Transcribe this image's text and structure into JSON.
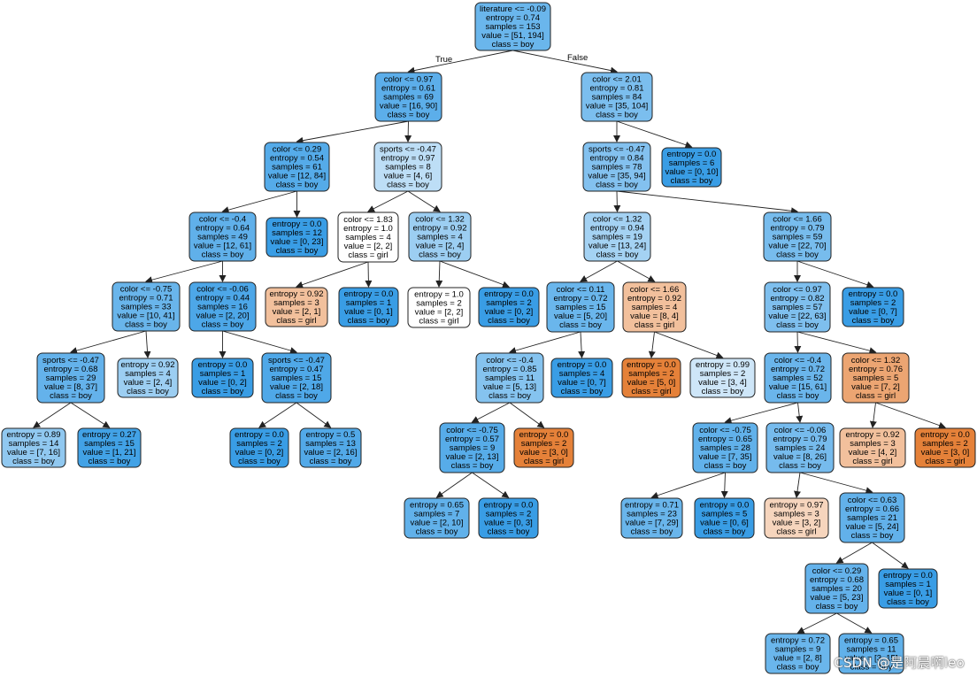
{
  "edge_labels": {
    "true": "True",
    "false": "False"
  },
  "watermark": "CSDN @是阿晨啊leo",
  "nodes": [
    {
      "id": "n0",
      "lines": [
        "literature <= -0.09",
        "entropy = 0.74",
        "samples = 153",
        "value = [51, 194]",
        "class = boy"
      ],
      "fill": "#6ab6ec"
    },
    {
      "id": "n1",
      "lines": [
        "color <= 0.97",
        "entropy = 0.61",
        "samples = 69",
        "value = [16, 90]",
        "class = boy"
      ],
      "fill": "#5caeea"
    },
    {
      "id": "n2",
      "lines": [
        "color <= 2.01",
        "entropy = 0.81",
        "samples = 84",
        "value = [35, 104]",
        "class = boy"
      ],
      "fill": "#7bbeee"
    },
    {
      "id": "n3",
      "lines": [
        "color <= 0.29",
        "entropy = 0.54",
        "samples = 61",
        "value = [12, 84]",
        "class = boy"
      ],
      "fill": "#55abe9"
    },
    {
      "id": "n4",
      "lines": [
        "sports <= -0.47",
        "entropy = 0.97",
        "samples = 8",
        "value = [4, 6]",
        "class = boy"
      ],
      "fill": "#bddef6"
    },
    {
      "id": "n5",
      "lines": [
        "sports <= -0.47",
        "entropy = 0.84",
        "samples = 78",
        "value = [35, 94]",
        "class = boy"
      ],
      "fill": "#83c1ef"
    },
    {
      "id": "n6",
      "lines": [
        "entropy = 0.0",
        "samples = 6",
        "value = [0, 10]",
        "class = boy"
      ],
      "fill": "#399de5"
    },
    {
      "id": "n7",
      "lines": [
        "color <= -0.4",
        "entropy = 0.64",
        "samples = 49",
        "value = [12, 61]",
        "class = boy"
      ],
      "fill": "#60b0ea"
    },
    {
      "id": "n8",
      "lines": [
        "entropy = 0.0",
        "samples = 12",
        "value = [0, 23]",
        "class = boy"
      ],
      "fill": "#399de5"
    },
    {
      "id": "n9",
      "lines": [
        "color <= 1.83",
        "entropy = 1.0",
        "samples = 4",
        "value = [2, 2]",
        "class = girl"
      ],
      "fill": "#ffffff"
    },
    {
      "id": "n10",
      "lines": [
        "color <= 1.32",
        "entropy = 0.92",
        "samples = 4",
        "value = [2, 4]",
        "class = boy"
      ],
      "fill": "#9ccef2"
    },
    {
      "id": "n11",
      "lines": [
        "color <= 1.32",
        "entropy = 0.94",
        "samples = 19",
        "value = [13, 24]",
        "class = boy"
      ],
      "fill": "#a4d2f3"
    },
    {
      "id": "n12",
      "lines": [
        "color <= 1.66",
        "entropy = 0.79",
        "samples = 59",
        "value = [22, 70]",
        "class = boy"
      ],
      "fill": "#77bced"
    },
    {
      "id": "n13",
      "lines": [
        "color <= -0.75",
        "entropy = 0.71",
        "samples = 33",
        "value = [10, 41]",
        "class = boy"
      ],
      "fill": "#69b5eb"
    },
    {
      "id": "n14",
      "lines": [
        "color <= -0.06",
        "entropy = 0.44",
        "samples = 16",
        "value = [2, 20]",
        "class = boy"
      ],
      "fill": "#4da7e8"
    },
    {
      "id": "n15",
      "lines": [
        "entropy = 0.92",
        "samples = 3",
        "value = [2, 1]",
        "class = girl"
      ],
      "fill": "#f2c09c"
    },
    {
      "id": "n16",
      "lines": [
        "entropy = 0.0",
        "samples = 1",
        "value = [0, 1]",
        "class = boy"
      ],
      "fill": "#399de5"
    },
    {
      "id": "n17",
      "lines": [
        "entropy = 1.0",
        "samples = 2",
        "value = [2, 2]",
        "class = girl"
      ],
      "fill": "#ffffff"
    },
    {
      "id": "n18",
      "lines": [
        "entropy = 0.0",
        "samples = 2",
        "value = [0, 2]",
        "class = boy"
      ],
      "fill": "#399de5"
    },
    {
      "id": "n19",
      "lines": [
        "color <= 0.11",
        "entropy = 0.72",
        "samples = 15",
        "value = [5, 20]",
        "class = boy"
      ],
      "fill": "#6ab6ec"
    },
    {
      "id": "n20",
      "lines": [
        "color <= 1.66",
        "entropy = 0.92",
        "samples = 4",
        "value = [8, 4]",
        "class = girl"
      ],
      "fill": "#f2c09c"
    },
    {
      "id": "n21",
      "lines": [
        "color <= 0.97",
        "entropy = 0.82",
        "samples = 57",
        "value = [22, 63]",
        "class = boy"
      ],
      "fill": "#7ebfee"
    },
    {
      "id": "n22",
      "lines": [
        "entropy = 0.0",
        "samples = 2",
        "value = [0, 7]",
        "class = boy"
      ],
      "fill": "#399de5"
    },
    {
      "id": "n23",
      "lines": [
        "sports <= -0.47",
        "entropy = 0.68",
        "samples = 29",
        "value = [8, 37]",
        "class = boy"
      ],
      "fill": "#64b2eb"
    },
    {
      "id": "n24",
      "lines": [
        "entropy = 0.92",
        "samples = 4",
        "value = [2, 4]",
        "class = boy"
      ],
      "fill": "#9ccef2"
    },
    {
      "id": "n25",
      "lines": [
        "entropy = 0.0",
        "samples = 1",
        "value = [0, 2]",
        "class = boy"
      ],
      "fill": "#399de5"
    },
    {
      "id": "n26",
      "lines": [
        "sports <= -0.47",
        "entropy = 0.47",
        "samples = 15",
        "value = [2, 18]",
        "class = boy"
      ],
      "fill": "#4fa8e8"
    },
    {
      "id": "n27",
      "lines": [
        "color <= -0.4",
        "entropy = 0.85",
        "samples = 11",
        "value = [5, 13]",
        "class = boy"
      ],
      "fill": "#85c3ef"
    },
    {
      "id": "n28",
      "lines": [
        "entropy = 0.0",
        "samples = 4",
        "value = [0, 7]",
        "class = boy"
      ],
      "fill": "#399de5"
    },
    {
      "id": "n29",
      "lines": [
        "entropy = 0.0",
        "samples = 2",
        "value = [5, 0]",
        "class = girl"
      ],
      "fill": "#e58139"
    },
    {
      "id": "n30",
      "lines": [
        "entropy = 0.99",
        "samples = 2",
        "value = [3, 4]",
        "class = boy"
      ],
      "fill": "#cee6f8"
    },
    {
      "id": "n31",
      "lines": [
        "color <= -0.4",
        "entropy = 0.72",
        "samples = 52",
        "value = [15, 61]",
        "class = boy"
      ],
      "fill": "#6ab5eb"
    },
    {
      "id": "n32",
      "lines": [
        "color <= 1.32",
        "entropy = 0.76",
        "samples = 5",
        "value = [7, 2]",
        "class = girl"
      ],
      "fill": "#eca572"
    },
    {
      "id": "n33",
      "lines": [
        "entropy = 0.89",
        "samples = 14",
        "value = [7, 16]",
        "class = boy"
      ],
      "fill": "#90c8f0"
    },
    {
      "id": "n34",
      "lines": [
        "entropy = 0.27",
        "samples = 15",
        "value = [1, 21]",
        "class = boy"
      ],
      "fill": "#42a2e6"
    },
    {
      "id": "n35",
      "lines": [
        "entropy = 0.0",
        "samples = 2",
        "value = [0, 2]",
        "class = boy"
      ],
      "fill": "#399de5"
    },
    {
      "id": "n36",
      "lines": [
        "entropy = 0.5",
        "samples = 13",
        "value = [2, 16]",
        "class = boy"
      ],
      "fill": "#52a9e8"
    },
    {
      "id": "n37",
      "lines": [
        "color <= -0.75",
        "entropy = 0.57",
        "samples = 9",
        "value = [2, 13]",
        "class = boy"
      ],
      "fill": "#57ace9"
    },
    {
      "id": "n38",
      "lines": [
        "entropy = 0.0",
        "samples = 2",
        "value = [3, 0]",
        "class = girl"
      ],
      "fill": "#e58139"
    },
    {
      "id": "n39",
      "lines": [
        "color <= -0.75",
        "entropy = 0.65",
        "samples = 28",
        "value = [7, 35]",
        "class = boy"
      ],
      "fill": "#61b1ea"
    },
    {
      "id": "n40",
      "lines": [
        "color <= -0.06",
        "entropy = 0.79",
        "samples = 24",
        "value = [8, 26]",
        "class = boy"
      ],
      "fill": "#76bbed"
    },
    {
      "id": "n41",
      "lines": [
        "entropy = 0.92",
        "samples = 3",
        "value = [4, 2]",
        "class = girl"
      ],
      "fill": "#f2c09c"
    },
    {
      "id": "n42",
      "lines": [
        "entropy = 0.0",
        "samples = 2",
        "value = [3, 0]",
        "class = girl"
      ],
      "fill": "#e58139"
    },
    {
      "id": "n43",
      "lines": [
        "entropy = 0.65",
        "samples = 7",
        "value = [2, 10]",
        "class = boy"
      ],
      "fill": "#61b1ea"
    },
    {
      "id": "n44",
      "lines": [
        "entropy = 0.0",
        "samples = 2",
        "value = [0, 3]",
        "class = boy"
      ],
      "fill": "#399de5"
    },
    {
      "id": "n45",
      "lines": [
        "entropy = 0.71",
        "samples = 23",
        "value = [7, 29]",
        "class = boy"
      ],
      "fill": "#69b5eb"
    },
    {
      "id": "n46",
      "lines": [
        "entropy = 0.0",
        "samples = 5",
        "value = [0, 6]",
        "class = boy"
      ],
      "fill": "#399de5"
    },
    {
      "id": "n47",
      "lines": [
        "entropy = 0.97",
        "samples = 3",
        "value = [3, 2]",
        "class = girl"
      ],
      "fill": "#f6d5bd"
    },
    {
      "id": "n48",
      "lines": [
        "color <= 0.63",
        "entropy = 0.66",
        "samples = 21",
        "value = [5, 24]",
        "class = boy"
      ],
      "fill": "#62b1ea"
    },
    {
      "id": "n49",
      "lines": [
        "color <= 0.29",
        "entropy = 0.68",
        "samples = 20",
        "value = [5, 23]",
        "class = boy"
      ],
      "fill": "#64b2eb"
    },
    {
      "id": "n50",
      "lines": [
        "entropy = 0.0",
        "samples = 1",
        "value = [0, 1]",
        "class = boy"
      ],
      "fill": "#399de5"
    },
    {
      "id": "n51",
      "lines": [
        "entropy = 0.72",
        "samples = 9",
        "value = [2, 8]",
        "class = boy"
      ],
      "fill": "#6ab6ec"
    },
    {
      "id": "n52",
      "lines": [
        "entropy = 0.65",
        "samples = 11",
        "value = [3, 15]",
        "class = boy"
      ],
      "fill": "#61b1ea"
    }
  ],
  "edges": [
    [
      "n0",
      "n1"
    ],
    [
      "n0",
      "n2"
    ],
    [
      "n1",
      "n3"
    ],
    [
      "n1",
      "n4"
    ],
    [
      "n2",
      "n5"
    ],
    [
      "n2",
      "n6"
    ],
    [
      "n3",
      "n7"
    ],
    [
      "n3",
      "n8"
    ],
    [
      "n4",
      "n9"
    ],
    [
      "n4",
      "n10"
    ],
    [
      "n5",
      "n11"
    ],
    [
      "n5",
      "n12"
    ],
    [
      "n7",
      "n13"
    ],
    [
      "n7",
      "n14"
    ],
    [
      "n9",
      "n15"
    ],
    [
      "n9",
      "n16"
    ],
    [
      "n10",
      "n17"
    ],
    [
      "n10",
      "n18"
    ],
    [
      "n11",
      "n19"
    ],
    [
      "n11",
      "n20"
    ],
    [
      "n12",
      "n21"
    ],
    [
      "n12",
      "n22"
    ],
    [
      "n13",
      "n23"
    ],
    [
      "n13",
      "n24"
    ],
    [
      "n14",
      "n25"
    ],
    [
      "n14",
      "n26"
    ],
    [
      "n19",
      "n27"
    ],
    [
      "n19",
      "n28"
    ],
    [
      "n20",
      "n29"
    ],
    [
      "n20",
      "n30"
    ],
    [
      "n21",
      "n31"
    ],
    [
      "n21",
      "n32"
    ],
    [
      "n23",
      "n33"
    ],
    [
      "n23",
      "n34"
    ],
    [
      "n26",
      "n35"
    ],
    [
      "n26",
      "n36"
    ],
    [
      "n27",
      "n37"
    ],
    [
      "n27",
      "n38"
    ],
    [
      "n31",
      "n39"
    ],
    [
      "n31",
      "n40"
    ],
    [
      "n32",
      "n41"
    ],
    [
      "n32",
      "n42"
    ],
    [
      "n37",
      "n43"
    ],
    [
      "n37",
      "n44"
    ],
    [
      "n39",
      "n45"
    ],
    [
      "n39",
      "n46"
    ],
    [
      "n40",
      "n47"
    ],
    [
      "n40",
      "n48"
    ],
    [
      "n48",
      "n49"
    ],
    [
      "n48",
      "n50"
    ],
    [
      "n49",
      "n51"
    ],
    [
      "n49",
      "n52"
    ]
  ]
}
